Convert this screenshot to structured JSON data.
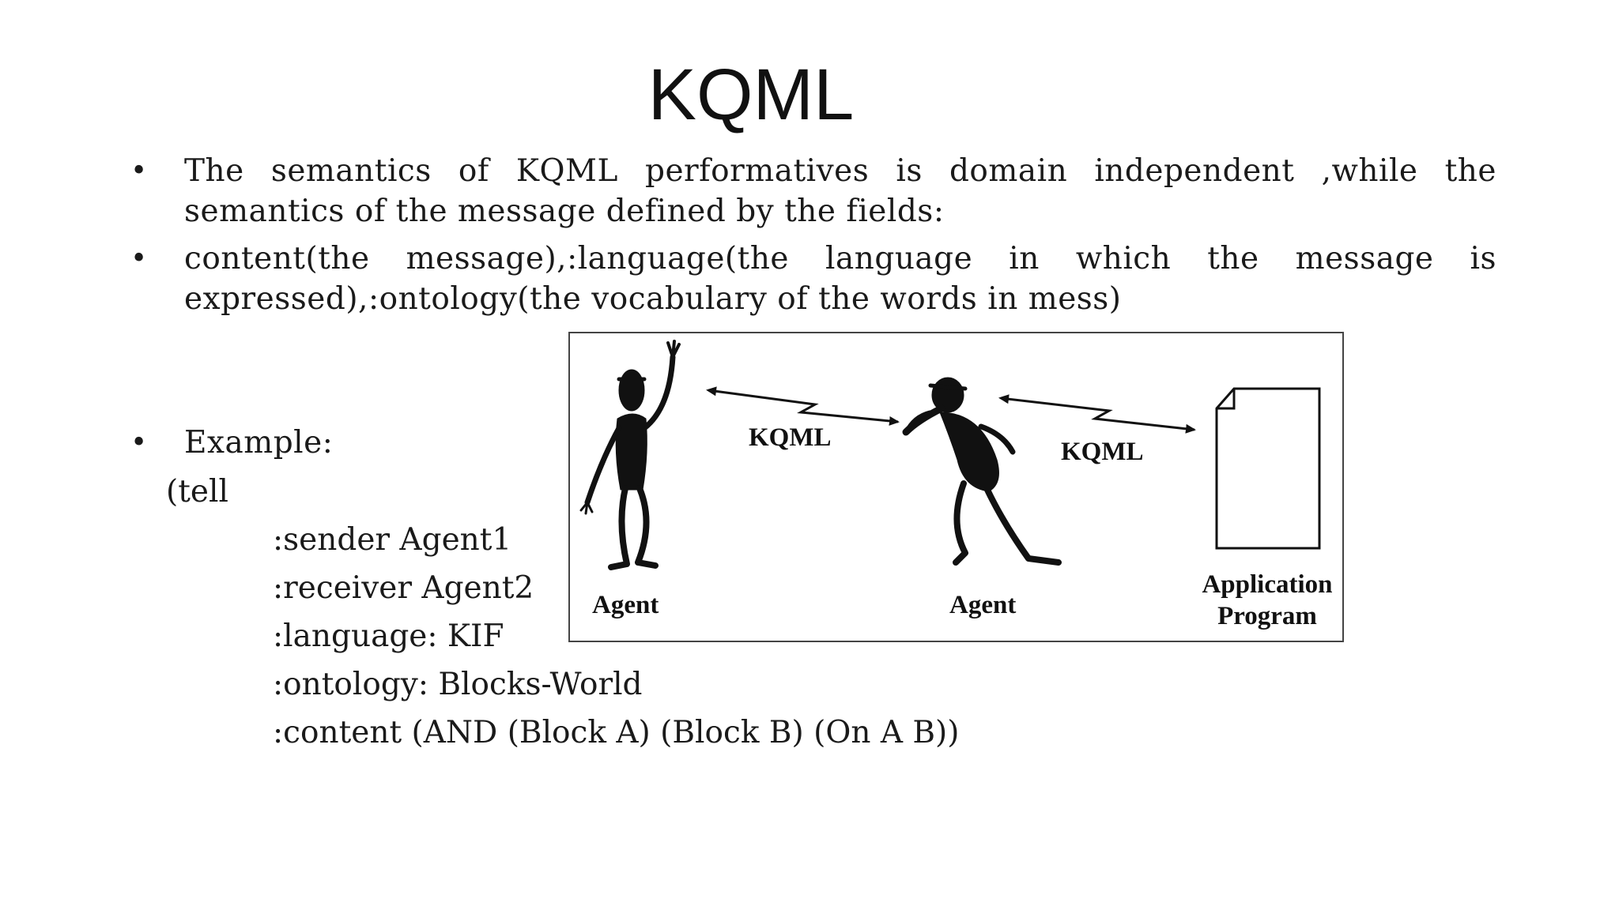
{
  "title": "KQML",
  "bullets": [
    "The semantics of KQML performatives is domain independent ,while the semantics of the message  defined by the fields:",
    " content(the message),:language(the language in which the message is expressed),:ontology(the vocabulary of the words in mess)",
    "Example:"
  ],
  "example": {
    "open": "(tell",
    "lines": [
      ":sender Agent1",
      ":receiver Agent2",
      ":language: KIF",
      ":ontology: Blocks-World",
      ":content (AND (Block A) (Block B) (On A B))"
    ]
  },
  "diagram": {
    "left_agent_label": "Agent",
    "middle_agent_label": "Agent",
    "left_link_label": "KQML",
    "right_link_label": "KQML",
    "program_label_line1": "Application",
    "program_label_line2": "Program",
    "icons": [
      "agent-figure-icon",
      "agent-figure-icon",
      "bidirectional-arrow-icon",
      "document-icon"
    ]
  }
}
